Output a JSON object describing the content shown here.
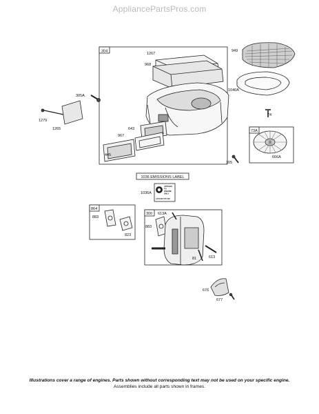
{
  "header": {
    "site": "AppliancePartsPros.com"
  },
  "frames": {
    "air_cleaner": "304",
    "emissions_label": "1036 EMISSIONS LABEL",
    "gasket_kit": "864",
    "muffler": "300",
    "screen": "73A"
  },
  "parts": {
    "p1267": "1267",
    "p949": "949",
    "p968": "968",
    "p1040a": "1040A",
    "p305a": "305A",
    "p1279": "1279",
    "p1265": "1265",
    "p74": "74",
    "p643": "643",
    "p967": "967",
    "p445": "445",
    "p305": "305",
    "p666a": "666A",
    "p1036a": "1036A",
    "p883a": "883",
    "p823": "823",
    "p613a": "613A",
    "p883b": "883",
    "p81": "81",
    "p613": "613",
    "p676": "676",
    "p677": "677"
  },
  "label_card": {
    "line1": "APPLIES",
    "line2": "TO",
    "line3": "ENGINE",
    "line4": "ONLY",
    "code": "ACN 000 570 000"
  },
  "footer": {
    "note": "Illustrations cover a range of engines. Parts shown without corresponding text may not be used on your specific engine.",
    "assemblies": "Assemblies include all parts shown in frames."
  }
}
